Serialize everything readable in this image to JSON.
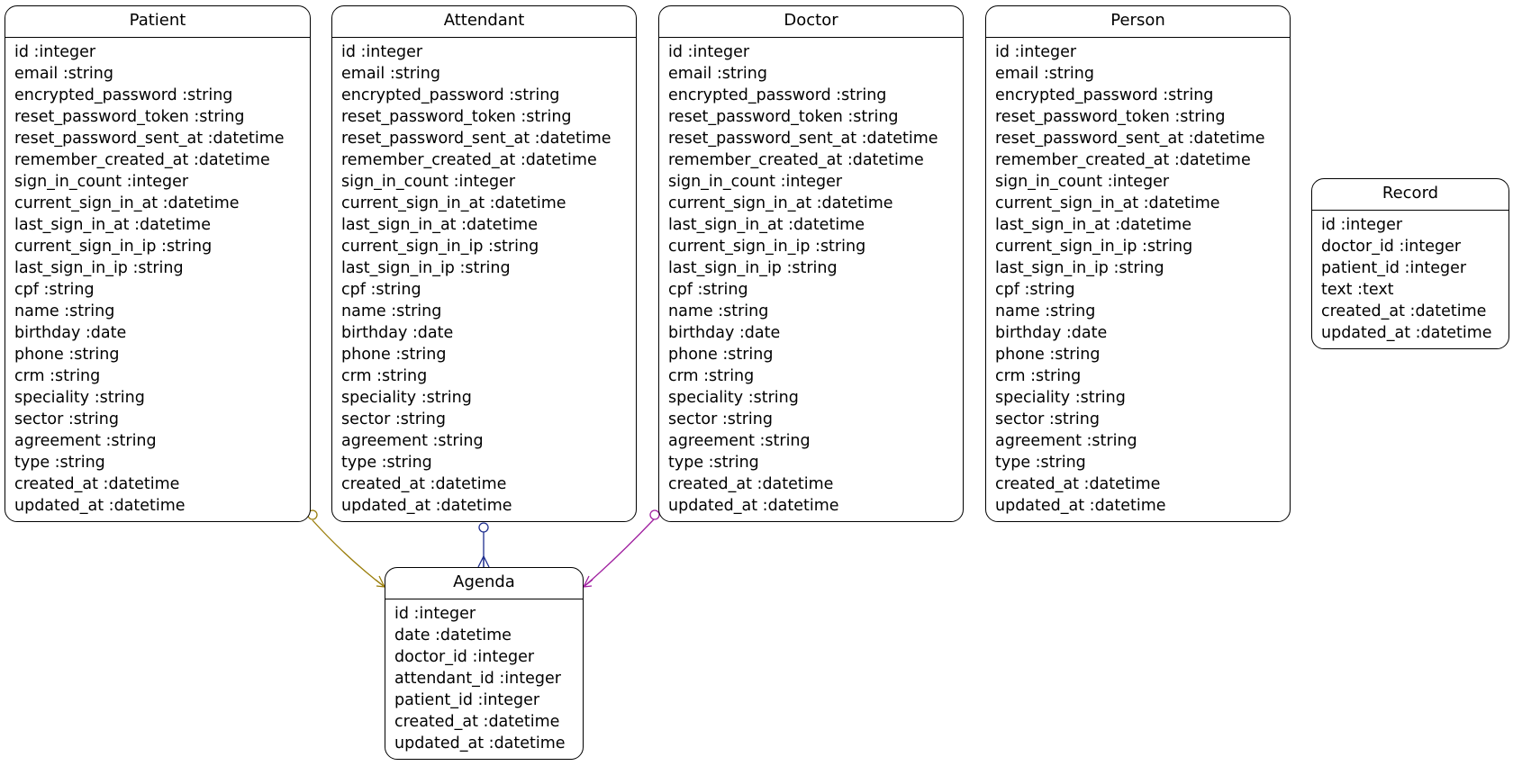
{
  "diagram": {
    "entities": [
      {
        "id": "patient",
        "name": "Patient",
        "attributes": [
          "id :integer",
          "email :string",
          "encrypted_password :string",
          "reset_password_token :string",
          "reset_password_sent_at :datetime",
          "remember_created_at :datetime",
          "sign_in_count :integer",
          "current_sign_in_at :datetime",
          "last_sign_in_at :datetime",
          "current_sign_in_ip :string",
          "last_sign_in_ip :string",
          "cpf :string",
          "name :string",
          "birthday :date",
          "phone :string",
          "crm :string",
          "speciality :string",
          "sector :string",
          "agreement :string",
          "type :string",
          "created_at :datetime",
          "updated_at :datetime"
        ]
      },
      {
        "id": "attendant",
        "name": "Attendant",
        "attributes": [
          "id :integer",
          "email :string",
          "encrypted_password :string",
          "reset_password_token :string",
          "reset_password_sent_at :datetime",
          "remember_created_at :datetime",
          "sign_in_count :integer",
          "current_sign_in_at :datetime",
          "last_sign_in_at :datetime",
          "current_sign_in_ip :string",
          "last_sign_in_ip :string",
          "cpf :string",
          "name :string",
          "birthday :date",
          "phone :string",
          "crm :string",
          "speciality :string",
          "sector :string",
          "agreement :string",
          "type :string",
          "created_at :datetime",
          "updated_at :datetime"
        ]
      },
      {
        "id": "doctor",
        "name": "Doctor",
        "attributes": [
          "id :integer",
          "email :string",
          "encrypted_password :string",
          "reset_password_token :string",
          "reset_password_sent_at :datetime",
          "remember_created_at :datetime",
          "sign_in_count :integer",
          "current_sign_in_at :datetime",
          "last_sign_in_at :datetime",
          "current_sign_in_ip :string",
          "last_sign_in_ip :string",
          "cpf :string",
          "name :string",
          "birthday :date",
          "phone :string",
          "crm :string",
          "speciality :string",
          "sector :string",
          "agreement :string",
          "type :string",
          "created_at :datetime",
          "updated_at :datetime"
        ]
      },
      {
        "id": "person",
        "name": "Person",
        "attributes": [
          "id :integer",
          "email :string",
          "encrypted_password :string",
          "reset_password_token :string",
          "reset_password_sent_at :datetime",
          "remember_created_at :datetime",
          "sign_in_count :integer",
          "current_sign_in_at :datetime",
          "last_sign_in_at :datetime",
          "current_sign_in_ip :string",
          "last_sign_in_ip :string",
          "cpf :string",
          "name :string",
          "birthday :date",
          "phone :string",
          "crm :string",
          "speciality :string",
          "sector :string",
          "agreement :string",
          "type :string",
          "created_at :datetime",
          "updated_at :datetime"
        ]
      },
      {
        "id": "record",
        "name": "Record",
        "attributes": [
          "id :integer",
          "doctor_id :integer",
          "patient_id :integer",
          "text :text",
          "created_at :datetime",
          "updated_at :datetime"
        ]
      },
      {
        "id": "agenda",
        "name": "Agenda",
        "attributes": [
          "id :integer",
          "date :datetime",
          "doctor_id :integer",
          "attendant_id :integer",
          "patient_id :integer",
          "created_at :datetime",
          "updated_at :datetime"
        ]
      }
    ],
    "relationships": [
      {
        "from": "patient",
        "to": "agenda",
        "color": "#9a7d0a"
      },
      {
        "from": "attendant",
        "to": "agenda",
        "color": "#1f2f8f"
      },
      {
        "from": "doctor",
        "to": "agenda",
        "color": "#a020a0"
      }
    ]
  }
}
